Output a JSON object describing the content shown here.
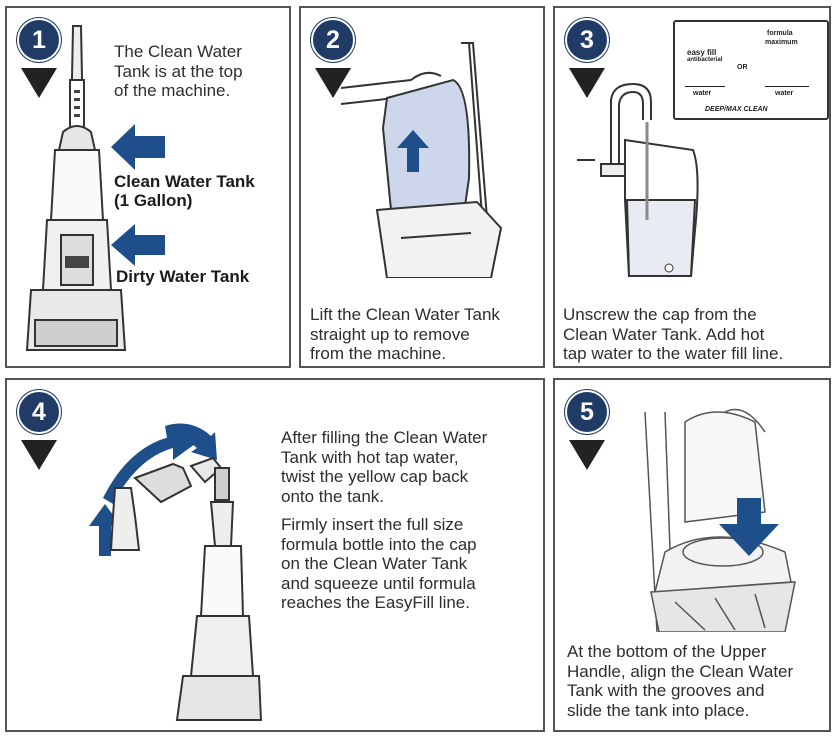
{
  "steps": [
    {
      "number": "1",
      "text": [
        "The Clean Water",
        "Tank is at the top",
        "of the machine."
      ],
      "label_clean": [
        "Clean Water Tank",
        "(1 Gallon)"
      ],
      "label_dirty": "Dirty Water Tank"
    },
    {
      "number": "2",
      "text": [
        "Lift the Clean Water Tank",
        "straight up to remove",
        "from the machine."
      ]
    },
    {
      "number": "3",
      "text": [
        "Unscrew the cap from the",
        "Clean Water Tank. Add hot",
        "tap water to the water fill line."
      ],
      "fill_label": {
        "formula": "formula",
        "maximum": "maximum",
        "easyfill": "easy fill",
        "antibacterial": "antibacterial",
        "or": "OR",
        "water_left": "water",
        "water_right": "water",
        "brand": "DEEP/MAX CLEAN"
      }
    },
    {
      "number": "4",
      "text1": [
        "After filling the Clean Water",
        "Tank with hot tap water,",
        "twist the yellow cap back",
        "onto the tank."
      ],
      "text2": [
        "Firmly insert the full size",
        "formula bottle into the cap",
        "on the Clean Water Tank",
        "and squeeze until formula",
        "reaches the EasyFill line."
      ]
    },
    {
      "number": "5",
      "text": [
        "At the bottom of the Upper",
        "Handle, align the Clean Water",
        "Tank with the grooves and",
        "slide the tank into place."
      ]
    }
  ],
  "colors": {
    "badge": "#1f3b66",
    "arrow": "#1f4f8a",
    "tank": "#cdd6ea",
    "border": "#555555"
  }
}
